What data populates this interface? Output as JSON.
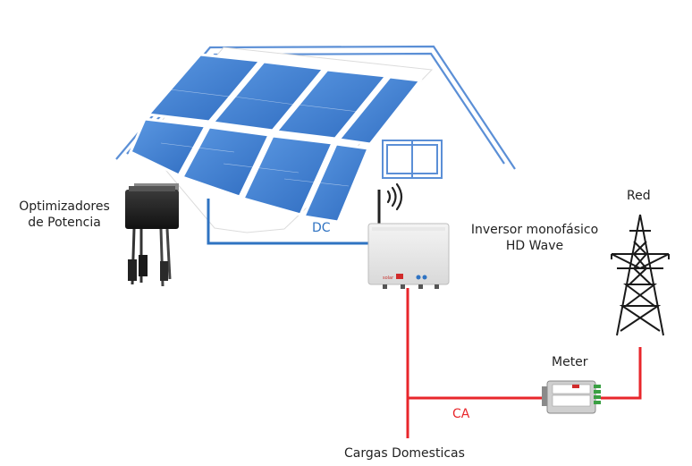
{
  "labels": {
    "optimizers_line1": "Optimizadores",
    "optimizers_line2": "de Potencia",
    "dc": "DC",
    "inverter_line1": "Inversor monofásico",
    "inverter_line2": "HD Wave",
    "grid": "Red",
    "meter": "Meter",
    "ac": "CA",
    "loads": "Cargas Domesticas"
  },
  "colors": {
    "dc_line": "#2f73c2",
    "ac_line": "#e8262b",
    "house_outline": "#5b8fd6",
    "panel_cell": "#3f7fd4",
    "panel_frame": "#ffffff",
    "tower": "#1a1a1a"
  },
  "icons": {
    "optimizer": "power-optimizer-icon",
    "inverter": "inverter-icon",
    "wifi": "wifi-signal-icon",
    "tower": "transmission-tower-icon",
    "meter": "energy-meter-icon",
    "house": "house-roof-icon",
    "panels": "solar-panel-icon"
  }
}
